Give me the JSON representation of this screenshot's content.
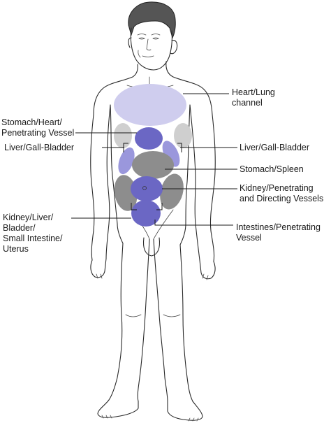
{
  "labels": {
    "heart_lung": [
      "Heart/Lung",
      "channel"
    ],
    "stomach_heart": [
      "Stomach/Heart/",
      "Penetrating Vessel"
    ],
    "liver_left": [
      "Liver/Gall-Bladder"
    ],
    "liver_right": [
      "Liver/Gall-Bladder"
    ],
    "stomach_spleen": [
      "Stomach/Spleen"
    ],
    "kidney_vessels": [
      "Kidney/Penetrating",
      "and Directing Vessels"
    ],
    "kidney_uterus": [
      "Kidney/Liver/",
      "Bladder/",
      "Small Intestine/",
      "Uterus"
    ],
    "intestines": [
      "Intestines/Penetrating",
      "Vessel"
    ]
  },
  "colors": {
    "light_lavender": "#cfcdee",
    "blue_purple": "#6b67c4",
    "periwinkle": "#9a97dc",
    "gray": "#8d8d8d",
    "light_gray": "#cfcfcf"
  }
}
